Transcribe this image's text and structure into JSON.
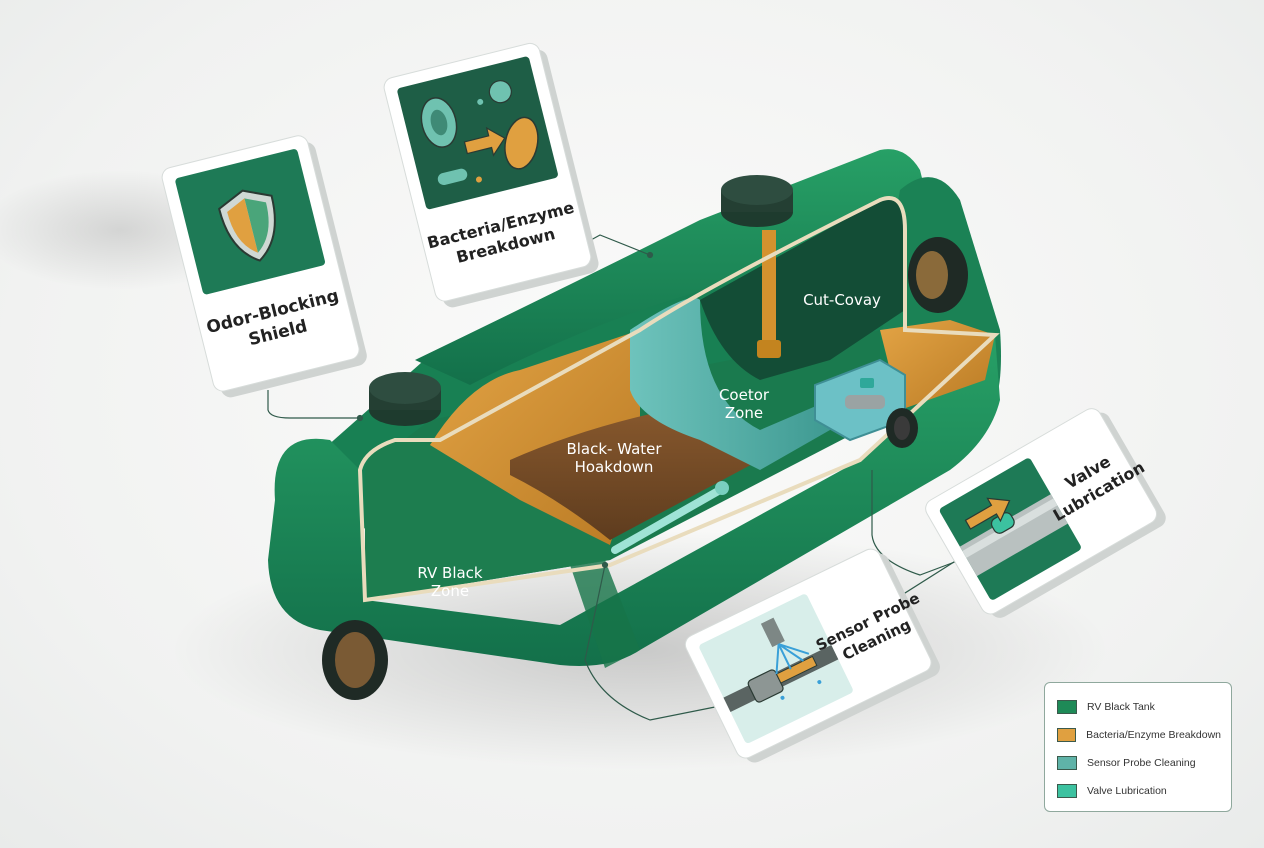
{
  "cards": {
    "odor": {
      "line1": "Odor-Blocking",
      "line2": "Shield",
      "icon": "shield-icon"
    },
    "bacteria": {
      "line1": "Bacteria/Enzyme",
      "line2": "Breakdown",
      "icon": "bacteria-icon"
    },
    "valve": {
      "line1": "Valve",
      "line2": "Lubrication",
      "icon": "valve-icon"
    },
    "sensor": {
      "line1": "Sensor Probe",
      "line2": "Cleaning",
      "icon": "spray-icon"
    }
  },
  "zones": {
    "rv_black": {
      "line1": "RV Black",
      "line2": "Zone"
    },
    "black_water": {
      "line1": "Black- Water",
      "line2": "Hoakdown"
    },
    "coetor": {
      "line1": "Coetor",
      "line2": "Zone"
    },
    "cut_covay": {
      "line1": "Cut-Covay"
    }
  },
  "legend": {
    "items": [
      {
        "label": "RV Black Tank",
        "color": "#1e8a57"
      },
      {
        "label": "Bacteria/Enzyme Breakdown",
        "color": "#e0a040"
      },
      {
        "label": "Sensor Probe Cleaning",
        "color": "#5fb3a8"
      },
      {
        "label": "Valve Lubrication",
        "color": "#3cc2a0"
      }
    ]
  },
  "colors": {
    "tank_green": "#1f8a58",
    "tank_dark": "#16704a",
    "orange": "#d6962f",
    "teal": "#5fb3ad",
    "card_green": "#1e7a56",
    "leader_line": "#2f5a4a"
  }
}
